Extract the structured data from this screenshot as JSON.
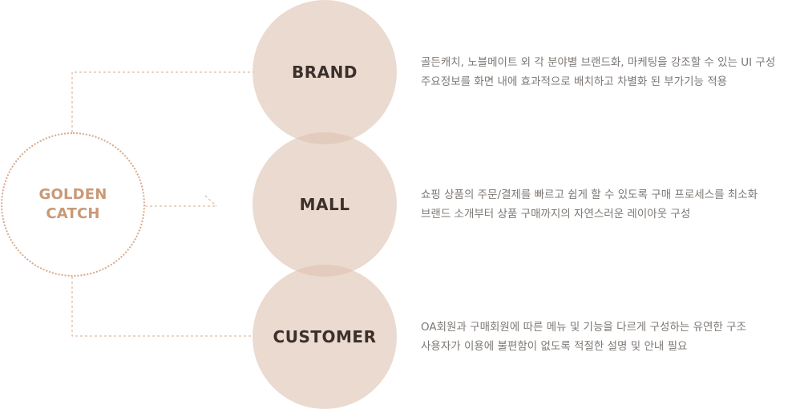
{
  "hub": {
    "lines": [
      "GOLDEN",
      "CATCH"
    ]
  },
  "items": [
    {
      "label": "BRAND",
      "desc": [
        "골든캐치, 노블메이트 외 각 분야별 브랜드화, 마케팅을 강조할 수 있는 UI 구성",
        "주요정보를 화면 내에 효과적으로 배치하고 차별화 된 부가기능 적용"
      ]
    },
    {
      "label": "MALL",
      "desc": [
        "쇼핑 상품의 주문/결제를 빠르고 쉽게 할 수 있도록 구매 프로세스를 최소화",
        "브랜드 소개부터 상품 구매까지의 자연스러운 레이아웃 구성"
      ]
    },
    {
      "label": "CUSTOMER",
      "desc": [
        "OA회원과 구매회원에 따른 메뉴 및 기능을 다르게 구성하는 유연한 구조",
        "사용자가 이용에 불편함이 없도록 적절한 설명 및 안내 필요"
      ]
    }
  ],
  "colors": {
    "hub_accent": "#c99977",
    "connector": "#d9a98b",
    "circle_fill": "#dec3b1",
    "label_text": "#3b302c",
    "desc_text": "#7e7874"
  },
  "icons": {
    "arrow": "dashed-arrow-icon"
  }
}
